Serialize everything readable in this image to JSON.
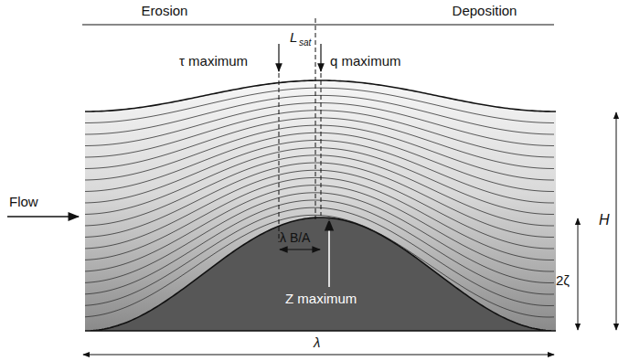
{
  "diagram": {
    "labels": [
      "Erosion",
      "Deposition",
      "L",
      "sat",
      "τ maximum",
      "q maximum",
      "Flow",
      "λ B/A",
      "Z maximum",
      "H",
      "2ζ",
      "λ"
    ]
  }
}
